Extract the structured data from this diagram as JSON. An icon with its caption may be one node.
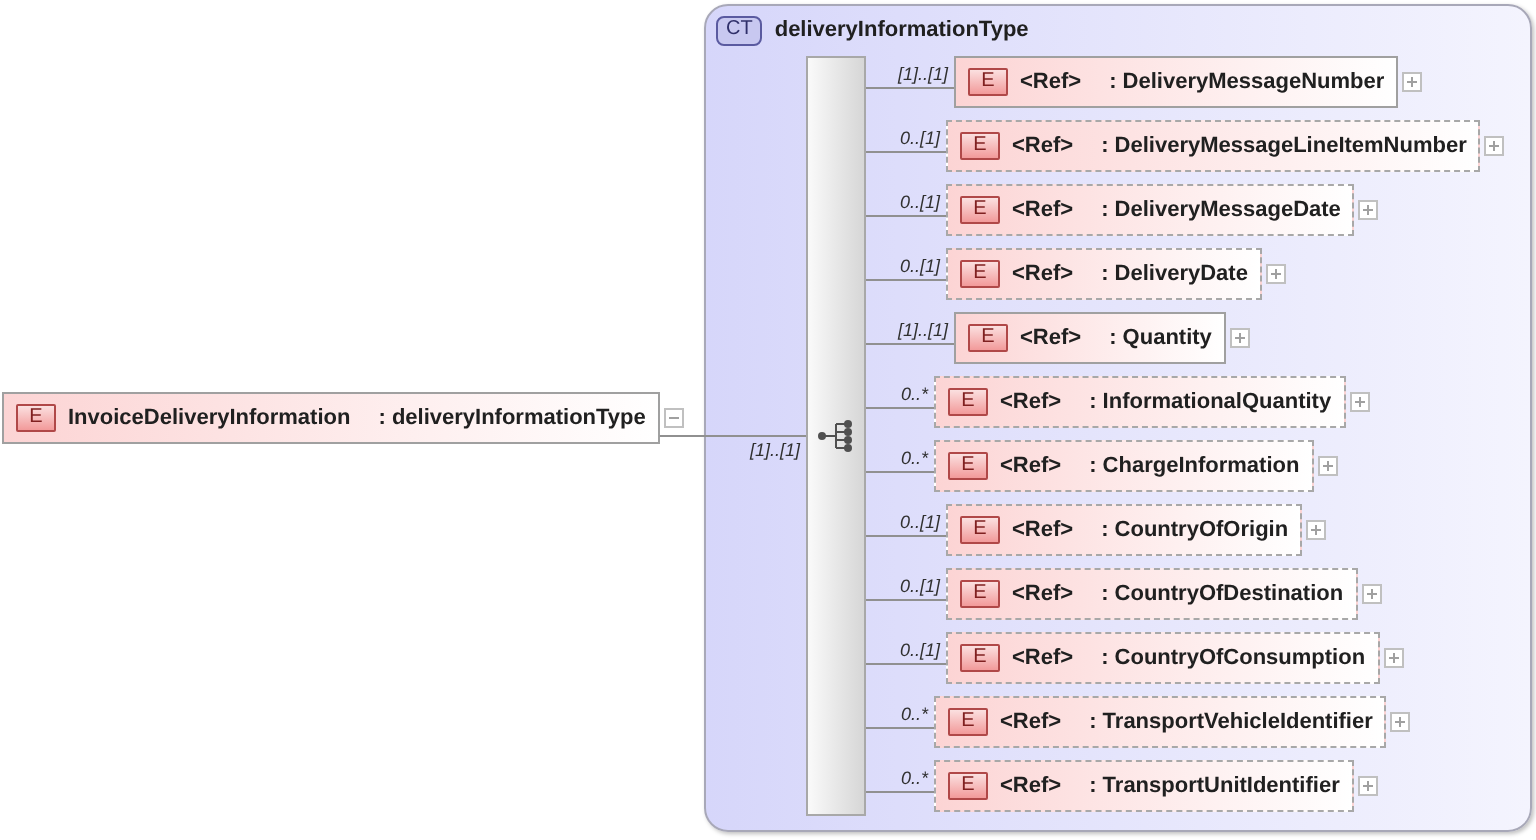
{
  "diagram": {
    "nodes": [
      {
        "text": [
          "E",
          "InvoiceDeliveryInformation",
          ": deliveryInformationType"
        ]
      },
      {
        "text": [
          "CT",
          "deliveryInformationType"
        ]
      },
      {
        "text": [],
        "shape": "bar",
        "in": 1
      },
      {
        "text": [
          "E",
          "<Ref>",
          ": DeliveryMessageNumber"
        ],
        "in": 1
      },
      {
        "text": [
          "E",
          "<Ref>",
          ": DeliveryMessageLineItemNumber"
        ],
        "in": 1
      },
      {
        "text": [
          "E",
          "<Ref>",
          ": DeliveryMessageDate"
        ],
        "in": 1
      },
      {
        "text": [
          "E",
          "<Ref>",
          ": DeliveryDate"
        ],
        "in": 1
      },
      {
        "text": [
          "E",
          "<Ref>",
          ": Quantity"
        ],
        "in": 1
      },
      {
        "text": [
          "E",
          "<Ref>",
          ": InformationalQuantity"
        ],
        "in": 1
      },
      {
        "text": [
          "E",
          "<Ref>",
          ": ChargeInformation"
        ],
        "in": 1
      },
      {
        "text": [
          "E",
          "<Ref>",
          ": CountryOfOrigin"
        ],
        "in": 1
      },
      {
        "text": [
          "E",
          "<Ref>",
          ": CountryOfDestination"
        ],
        "in": 1
      },
      {
        "text": [
          "E",
          "<Ref>",
          ": CountryOfConsumption"
        ],
        "in": 1
      },
      {
        "text": [
          "E",
          "<Ref>",
          ": TransportVehicleIdentifier"
        ],
        "in": 1
      },
      {
        "text": [
          "E",
          "<Ref>",
          ": TransportUnitIdentifier"
        ],
        "in": 1
      }
    ],
    "edges": [
      {
        "from": 0,
        "to": 2,
        "arrow": "none",
        "label": "[1]..[1]"
      },
      {
        "from": 2,
        "to": 3,
        "arrow": "none",
        "label": "[1]..[1]"
      },
      {
        "from": 2,
        "to": 4,
        "arrow": "none",
        "label": "0..[1]"
      },
      {
        "from": 2,
        "to": 5,
        "arrow": "none",
        "label": "0..[1]"
      },
      {
        "from": 2,
        "to": 6,
        "arrow": "none",
        "label": "0..[1]"
      },
      {
        "from": 2,
        "to": 7,
        "arrow": "none",
        "label": "[1]..[1]"
      },
      {
        "from": 2,
        "to": 8,
        "arrow": "none",
        "label": "0..*"
      },
      {
        "from": 2,
        "to": 9,
        "arrow": "none",
        "label": "0..*"
      },
      {
        "from": 2,
        "to": 10,
        "arrow": "none",
        "label": "0..[1]"
      },
      {
        "from": 2,
        "to": 11,
        "arrow": "none",
        "label": "0..[1]"
      },
      {
        "from": 2,
        "to": 12,
        "arrow": "none",
        "label": "0..[1]"
      },
      {
        "from": 2,
        "to": 13,
        "arrow": "none",
        "label": "0..*"
      },
      {
        "from": 2,
        "to": 14,
        "arrow": "none",
        "label": "0..*"
      }
    ]
  }
}
